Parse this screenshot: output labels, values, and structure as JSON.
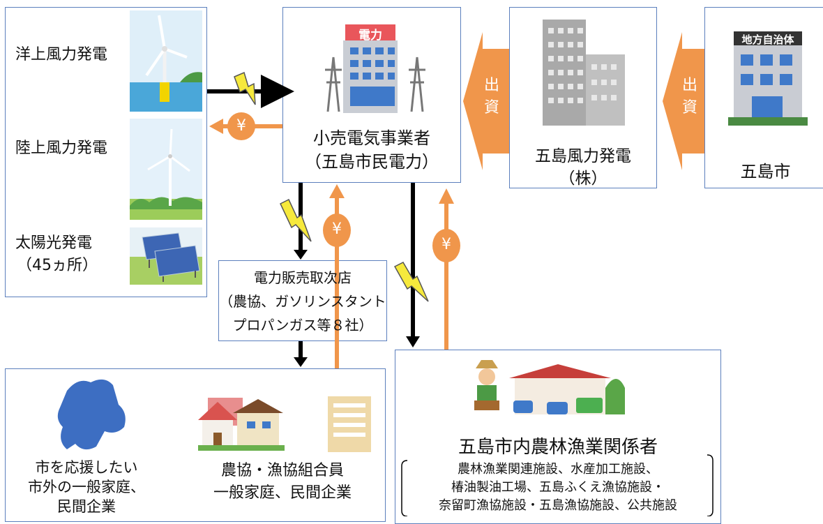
{
  "generation": {
    "offshore_wind": "洋上風力発電",
    "onshore_wind": "陸上風力発電",
    "solar": "太陽光発電",
    "solar_sites": "（45ヵ所）"
  },
  "retailer": {
    "sign": "電力",
    "name": "小売電気事業者",
    "company": "（五島市民電力）"
  },
  "wind_company": {
    "line1": "五島風力発電",
    "line2": "（株）"
  },
  "city": {
    "sign": "地方自治体",
    "name": "五島市"
  },
  "investment": {
    "char1": "出",
    "char2": "資"
  },
  "yen": "¥",
  "agency": {
    "line1": "電力販売取次店",
    "line2": "（農協、ガソリンスタント",
    "line3": "プロパンガス等８社）"
  },
  "customers": {
    "outside_line1": "市を応援したい",
    "outside_line2": "市外の一般家庭、",
    "outside_line3": "民間企業",
    "members_line1": "農協・漁協組合員",
    "members_line2": "一般家庭、民間企業"
  },
  "agri": {
    "title": "五島市内農林漁業関係者",
    "line1": "農林漁業関連施設、水産加工施設、",
    "line2": "椿油製油工場、五島ふくえ漁協施設・",
    "line3": "奈留町漁協施設・五島漁協施設、公共施設"
  },
  "colors": {
    "border": "#5b7fbd",
    "orange": "#f0964b",
    "lightning": "#f6e93c",
    "building_blue": "#3f79c9"
  }
}
